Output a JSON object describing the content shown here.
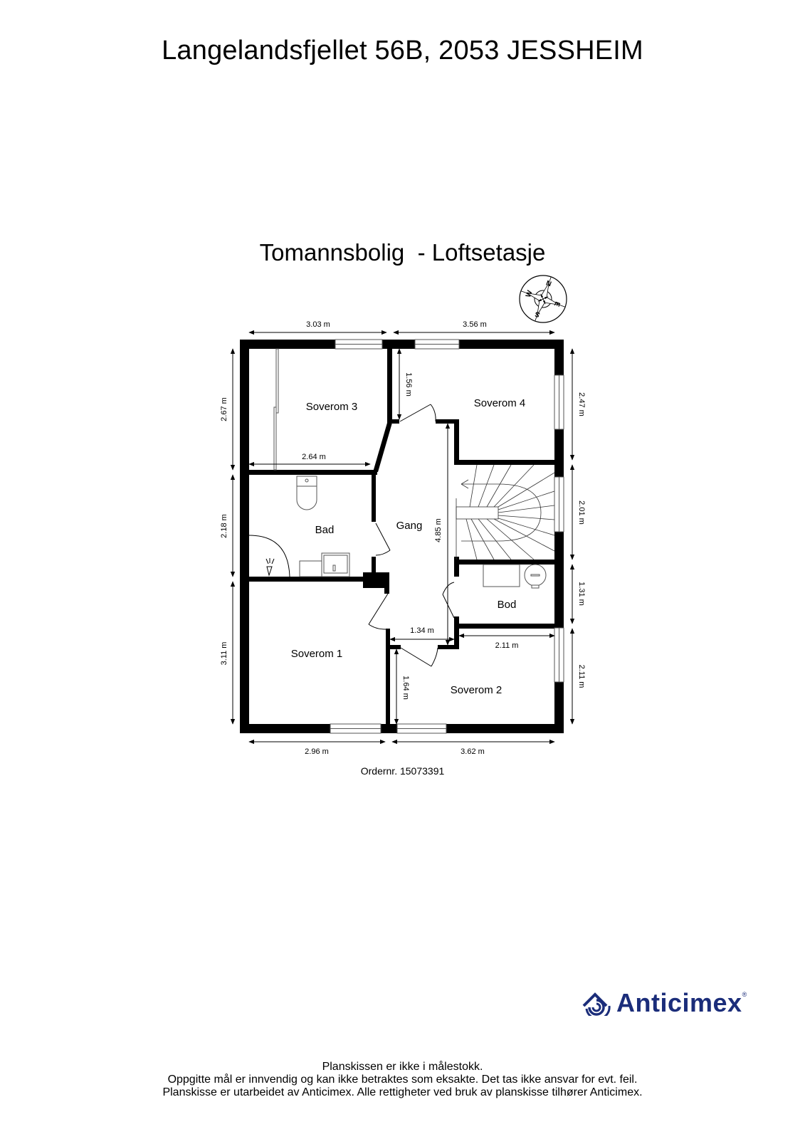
{
  "header": {
    "address": "Langelandsfjellet 56B, 2053 JESSHEIM",
    "building_type": "Tomannsbolig",
    "separator": "  - ",
    "floor": "Loftsetasje"
  },
  "compass": {
    "icon": "compass-rose-icon",
    "labels": {
      "n": "N",
      "e": "E",
      "s": "S",
      "w": "W"
    }
  },
  "rooms": {
    "soverom3": "Soverom 3",
    "soverom4": "Soverom 4",
    "bad": "Bad",
    "gang": "Gang",
    "bod": "Bod",
    "soverom1": "Soverom 1",
    "soverom2": "Soverom 2"
  },
  "dimensions": {
    "top_left": "3.03 m",
    "top_right": "3.56 m",
    "left_soverom3": "2.67 m",
    "left_bad": "2.18 m",
    "left_soverom1": "3.11 m",
    "inner_soverom3_width": "2.64 m",
    "inner_soverom4_depth": "1.56 m",
    "gang_length": "4.85 m",
    "gang_width": "1.34 m",
    "inner_soverom2_width": "2.11 m",
    "inner_soverom2_depth": "1.64 m",
    "right_soverom4": "2.47 m",
    "right_stair": "2.01 m",
    "right_bod": "1.31 m",
    "right_soverom2": "2.11 m",
    "bottom_left": "2.96 m",
    "bottom_right": "3.62 m"
  },
  "order": "Ordernr. 15073391",
  "brand": {
    "name": "Anticimex",
    "registered": "®",
    "color": "#1b2d7a",
    "icon": "anticimex-logo-icon"
  },
  "disclaimer": {
    "line1": "Planskissen er ikke i målestokk.",
    "line2": "Oppgitte mål er innvendig og kan ikke betraktes som eksakte. Det tas ikke ansvar for evt. feil.",
    "line3": "Planskisse er utarbeidet av Anticimex. Alle rettigheter ved bruk av planskisse tilhører Anticimex."
  }
}
